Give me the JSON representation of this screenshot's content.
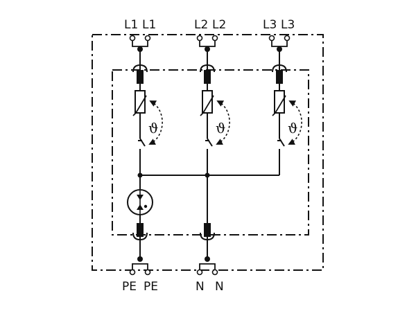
{
  "terminals_top": {
    "l1_a": "L1",
    "l1_b": "L1",
    "l2_a": "L2",
    "l2_b": "L2",
    "l3_a": "L3",
    "l3_b": "L3"
  },
  "terminals_bottom": {
    "pe_a": "PE",
    "pe_b": "PE",
    "n_a": "N",
    "n_b": "N"
  },
  "varistor_symbol": "ϑ",
  "colors": {
    "line": "#111111",
    "background": "#ffffff"
  }
}
